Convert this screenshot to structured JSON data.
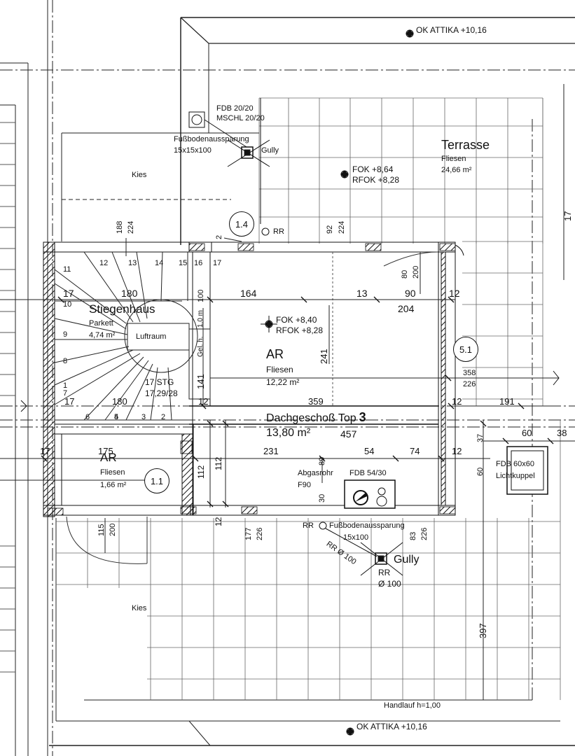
{
  "levels": {
    "ok_attika_top": "OK ATTIKA +10,16",
    "ok_attika_bottom": "OK ATTIKA +10,16",
    "fok_main": "FOK +8,40",
    "rfok_main": "RFOK +8,28",
    "fok_terrace": "FOK +8,64",
    "rfok_terrace": "RFOK +8,28"
  },
  "labels": {
    "fdb_20": "FDB 20/20",
    "mschl": "MSCHL 20/20",
    "floor_recess_top": "Fußbodenaussparung",
    "floor_recess_top_size": "15x15x100",
    "gully_top": "Gully",
    "kies_top": "Kies",
    "kies_bottom": "Kies",
    "rr_top": "RR",
    "abgasrohr": "Abgasrohr",
    "f90": "F90",
    "fdb_54": "FDB 54/30",
    "rr_bottom": "RR",
    "floor_recess_bottom": "Fußbodenaussparung",
    "floor_recess_bottom_size": "15x100",
    "rr_diameter_diag": "RR Ø 100",
    "gully_bottom": "Gully",
    "rr_bottom2": "RR",
    "rr_bottom2_diameter": "Ø 100",
    "fdb_60": "FDB 60x60",
    "lichtkuppel": "Lichtkuppel",
    "handlauf": "Handlauf h=1,00",
    "luftraum": "Luftraum",
    "gel_h": "Gel. h.",
    "gel_h_value": "1,0 m",
    "stg1": "17 STG",
    "stg2": "17,29/28"
  },
  "rooms": {
    "terrasse": {
      "name": "Terrasse",
      "finish": "Fliesen",
      "area": "24,66 m²"
    },
    "stiegenhaus": {
      "name": "Stiegenhaus",
      "finish": "Parkett",
      "area": "4,74 m²"
    },
    "ar_main": {
      "name": "AR",
      "finish": "Fliesen",
      "area": "12,22 m²"
    },
    "ar_small": {
      "name": "AR",
      "finish": "Fliesen",
      "area": "1,66 m²"
    }
  },
  "unit": {
    "title": "Dachgeschoß Top",
    "number": "3",
    "area": "13,80 m²"
  },
  "markers": {
    "m1": "1.4",
    "m2": "5.1",
    "m3": "1.1"
  },
  "stair_numbers": [
    "1",
    "2",
    "3",
    "4",
    "5",
    "6",
    "7",
    "8",
    "9",
    "10",
    "11",
    "12",
    "13",
    "14",
    "15",
    "16",
    "17"
  ],
  "dimensions": {
    "d188": "188",
    "d224a": "224",
    "d2": "2",
    "d92": "92",
    "d224b": "224",
    "d80": "80",
    "d200a": "200",
    "d17a": "17",
    "d180a": "180",
    "d100": "100",
    "d164": "164",
    "d13": "13",
    "d90": "90",
    "d12a": "12",
    "d204": "204",
    "d241": "241",
    "d141": "141",
    "d12b": "12",
    "d359": "359",
    "d12c": "12",
    "d191": "191",
    "d358": "358",
    "d226a": "226",
    "d17b": "17",
    "d180b": "180",
    "d175": "175",
    "d17c": "17",
    "d231": "231",
    "d89": "89",
    "d54": "54",
    "d74": "74",
    "d12d": "12",
    "d457": "457",
    "d60a": "60",
    "d38": "38",
    "d60b": "60",
    "d37": "37",
    "d112a": "112",
    "d112b": "112",
    "d12e": "12",
    "d30": "30",
    "d177": "177",
    "d226b": "226",
    "d83": "83",
    "d226c": "226",
    "d115": "115",
    "d200b": "200",
    "d397": "397",
    "d17d": "17"
  }
}
